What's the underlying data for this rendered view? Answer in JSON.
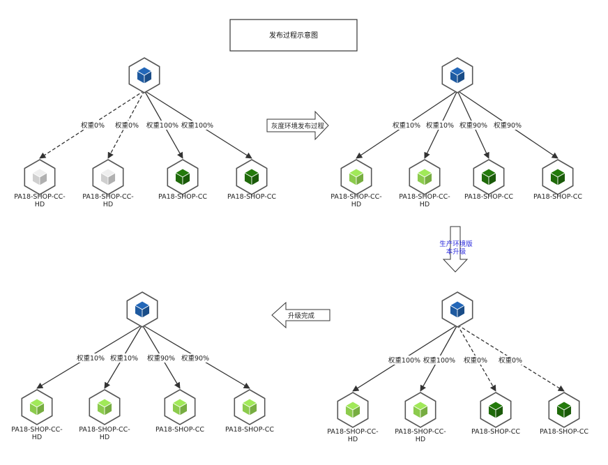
{
  "title": "发布过程示意图",
  "arrows": {
    "gray_release": "灰度环境发布过程",
    "prod_upgrade_line1": "生产环境版",
    "prod_upgrade_line2": "本升级",
    "upgrade_done": "升级完成"
  },
  "colors": {
    "hub": "#1e5aa0",
    "inactive": "#cfcfcf",
    "dark_green": "#1f6a0a",
    "light_green": "#8ccb4d",
    "box_border": "#555555"
  },
  "groups": [
    {
      "weights": [
        "权重0%",
        "权重0%",
        "权重100%",
        "权重100%"
      ],
      "nodes": [
        {
          "label1": "PA18-SHOP-CC-",
          "label2": "HD",
          "color": "inactive",
          "dashed": true
        },
        {
          "label1": "PA18-SHOP-CC-",
          "label2": "HD",
          "color": "inactive",
          "dashed": true
        },
        {
          "label1": "PA18-SHOP-CC",
          "label2": "",
          "color": "dark_green",
          "dashed": false
        },
        {
          "label1": "PA18-SHOP-CC",
          "label2": "",
          "color": "dark_green",
          "dashed": false
        }
      ]
    },
    {
      "weights": [
        "权重10%",
        "权重10%",
        "权重90%",
        "权重90%"
      ],
      "nodes": [
        {
          "label1": "PA18-SHOP-CC-",
          "label2": "HD",
          "color": "light_green",
          "dashed": false
        },
        {
          "label1": "PA18-SHOP-CC-",
          "label2": "HD",
          "color": "light_green",
          "dashed": false
        },
        {
          "label1": "PA18-SHOP-CC",
          "label2": "",
          "color": "dark_green",
          "dashed": false
        },
        {
          "label1": "PA18-SHOP-CC",
          "label2": "",
          "color": "dark_green",
          "dashed": false
        }
      ]
    },
    {
      "weights": [
        "权重100%",
        "权重100%",
        "权重0%",
        "权重0%"
      ],
      "nodes": [
        {
          "label1": "PA18-SHOP-CC-",
          "label2": "HD",
          "color": "light_green",
          "dashed": false
        },
        {
          "label1": "PA18-SHOP-CC-",
          "label2": "HD",
          "color": "light_green",
          "dashed": false
        },
        {
          "label1": "PA18-SHOP-CC",
          "label2": "",
          "color": "dark_green",
          "dashed": true
        },
        {
          "label1": "PA18-SHOP-CC",
          "label2": "",
          "color": "dark_green",
          "dashed": true
        }
      ]
    },
    {
      "weights": [
        "权重10%",
        "权重10%",
        "权重90%",
        "权重90%"
      ],
      "nodes": [
        {
          "label1": "PA18-SHOP-CC-",
          "label2": "HD",
          "color": "light_green",
          "dashed": false
        },
        {
          "label1": "PA18-SHOP-CC-",
          "label2": "HD",
          "color": "light_green",
          "dashed": false
        },
        {
          "label1": "PA18-SHOP-CC",
          "label2": "",
          "color": "light_green",
          "dashed": false
        },
        {
          "label1": "PA18-SHOP-CC",
          "label2": "",
          "color": "light_green",
          "dashed": false
        }
      ]
    }
  ]
}
